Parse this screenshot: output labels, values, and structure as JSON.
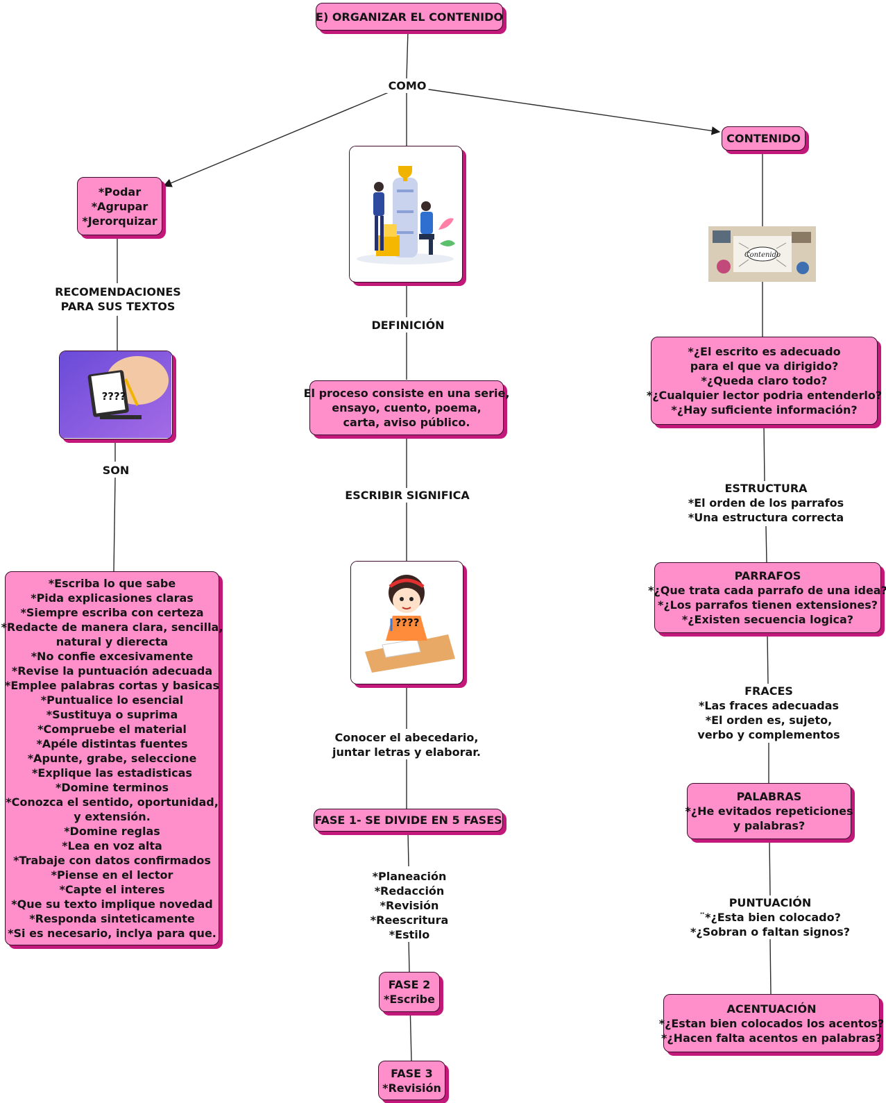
{
  "colors": {
    "node_fill": "#ff8fcb",
    "node_shadow": "#c2187a",
    "line": "#2a2a2a"
  },
  "root": "E) ORGANIZAR EL CONTENIDO",
  "link_como": "COMO",
  "left": {
    "node1": [
      "*Podar",
      "*Agrupar",
      "*Jerorquizar"
    ],
    "link1": [
      "RECOMENDACIONES",
      "PARA SUS TEXTOS"
    ],
    "image_text": "????",
    "link2": "SON",
    "node2": [
      "*Escriba lo que sabe",
      "*Pida explicasiones claras",
      "*Siempre escriba con certeza",
      "*Redacte de manera clara, sencilla,",
      "natural y dierecta",
      "*No confie excesivamente",
      "*Revise la puntuación adecuada",
      "*Emplee palabras cortas y basicas",
      "*Puntualice lo esencial",
      "*Sustituya o suprima",
      "*Compruebe el material",
      "*Apéle distintas fuentes",
      "*Apunte, grabe, seleccione",
      "*Explique las estadisticas",
      "*Domine terminos",
      "*Conozca el sentido, oportunidad,",
      "y extensión.",
      "*Domine reglas",
      "*Lea en voz alta",
      "*Trabaje con datos confirmados",
      "*Piense en el lector",
      "*Capte el interes",
      "*Que su texto implique novedad",
      "*Responda sinteticamente",
      "*Si es necesario, inclya para que."
    ]
  },
  "center": {
    "link1": "DEFINICIÓN",
    "node1": [
      "El proceso consiste en una serie,",
      "ensayo, cuento, poema,",
      "carta, aviso público."
    ],
    "link2": "ESCRIBIR SIGNIFICA",
    "image_text": "????",
    "link3": [
      "Conocer el abecedario,",
      "juntar letras y elaborar."
    ],
    "fase1": "FASE 1- SE DIVIDE EN 5 FASES",
    "link4": [
      "*Planeación",
      "*Redacción",
      "*Revisión",
      "*Reescritura",
      "*Estilo"
    ],
    "fase2": [
      "FASE 2",
      "*Escribe"
    ],
    "fase3": [
      "FASE 3",
      "*Revisión"
    ]
  },
  "right": {
    "contenido": "CONTENIDO",
    "image_text": "Contenido",
    "node1": [
      "*¿El escrito es adecuado",
      "para el que va dirigido?",
      "*¿Queda claro todo?",
      "*¿Cualquier lector podria entenderlo?",
      "*¿Hay suficiente información?"
    ],
    "link_estructura": [
      "ESTRUCTURA",
      "*El orden de los parrafos",
      "*Una estructura correcta"
    ],
    "parrafos": [
      "PARRAFOS",
      "*¿Que trata cada parrafo de una idea?",
      "*¿Los parrafos tienen extensiones?",
      "*¿Existen secuencia logica?"
    ],
    "link_fraces": [
      "FRACES",
      "*Las fraces adecuadas",
      "*El orden es, sujeto,",
      "verbo y complementos"
    ],
    "palabras": [
      "PALABRAS",
      "*¿He evitados repeticiones",
      "y palabras?"
    ],
    "link_puntuacion": [
      "PUNTUACIÓN",
      "¨*¿Esta bien colocado?",
      "*¿Sobran o faltan signos?"
    ],
    "acentuacion": [
      "ACENTUACIÓN",
      "*¿Estan bien colocados los acentos?",
      "*¿Hacen falta acentos en palabras?"
    ]
  }
}
